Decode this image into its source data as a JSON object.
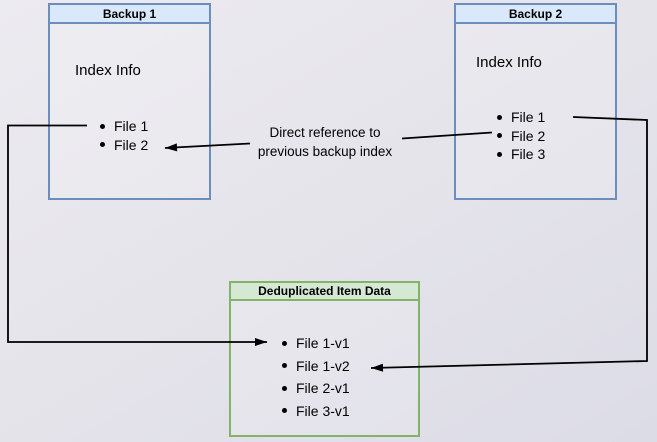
{
  "diagram": {
    "backup1": {
      "title": "Backup 1",
      "section_label": "Index Info",
      "files": [
        "File 1",
        "File 2"
      ]
    },
    "backup2": {
      "title": "Backup 2",
      "section_label": "Index Info",
      "files": [
        "File 1",
        "File 2",
        "File 3"
      ]
    },
    "dedup": {
      "title": "Deduplicated Item Data",
      "files": [
        "File 1-v1",
        "File 1-v2",
        "File 2-v1",
        "File 3-v1"
      ]
    },
    "annotation": {
      "line1": "Direct reference to",
      "line2": "previous backup index"
    },
    "colors": {
      "backup_header_fill": "#dae8fc",
      "backup_border": "#6c8ebf",
      "dedup_header_fill": "#d5e8d4",
      "dedup_border": "#82b366",
      "arrow": "#000000",
      "background_start": "#ecebf0",
      "background_end": "#dcdce7"
    }
  }
}
